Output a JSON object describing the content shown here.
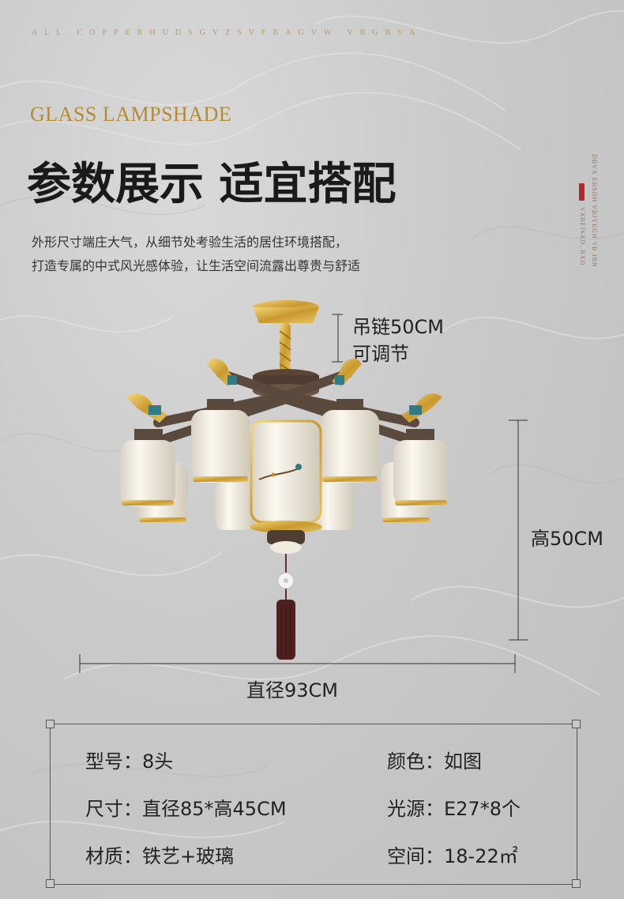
{
  "header": {
    "letters": "ALL COPPERHUDSGVZSVFBAGVW VBGBVA",
    "subtitle_en": "GLASS LAMPSHADE",
    "title_cn": "参数展示  适宜搭配",
    "desc_line1": "外形尺寸端庄大气，从细节处考验生活的居住环境搭配，",
    "desc_line2": "打造专属的中式风光感体验，让生活空间流露出尊贵与舒适"
  },
  "side": {
    "col1": "DBVX EHSDH VBJYEGH VB JBN",
    "col2": "VXBFJSXD, BXD"
  },
  "dimensions": {
    "chain": "吊链50CM",
    "chain_note": "可调节",
    "height": "高50CM",
    "diameter": "直径93CM"
  },
  "specs": {
    "model": "型号：8头",
    "size": "尺寸：直径85*高45CM",
    "material": "材质：铁艺+玻璃",
    "color": "颜色：如图",
    "light": "光源：E27*8个",
    "space": "空间：18-22㎡"
  },
  "colors": {
    "gold": "#b38a35",
    "dark_text": "#1a1a1a",
    "seal_red": "#b3282b"
  }
}
